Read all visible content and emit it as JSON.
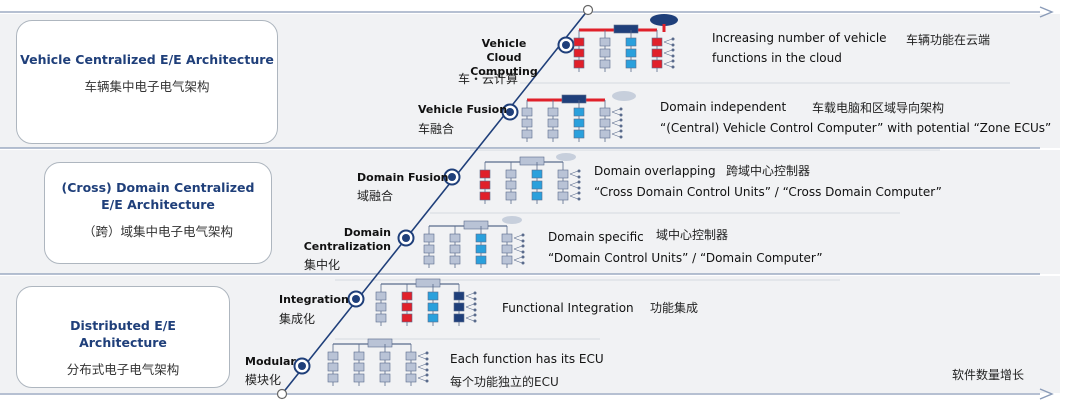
{
  "architectures": [
    {
      "en": "Vehicle Centralized E/E Architecture",
      "zh": "车辆集中电子电气架构"
    },
    {
      "en": "(Cross) Domain Centralized E/E Architecture",
      "zh": "（跨）域集中电子电气架构"
    },
    {
      "en": "Distributed E/E Architecture",
      "zh": "分布式电子电气架构"
    }
  ],
  "stages": [
    {
      "en": "Vehicle Cloud Computing",
      "zh": "车・云计算",
      "desc": [
        "Increasing number of vehicle",
        "functions in the cloud"
      ],
      "desc_zh": "车辆功能在云端"
    },
    {
      "en": "Vehicle Fusion",
      "zh": "车融合",
      "desc": [
        "Domain independent",
        "“(Central) Vehicle Control Computer” with potential “Zone ECUs”"
      ],
      "desc_zh": "车载电脑和区域导向架构"
    },
    {
      "en": "Domain Fusion",
      "zh": "域融合",
      "desc": [
        "Domain overlapping",
        "“Cross Domain Control Units” / “Cross Domain Computer”"
      ],
      "desc_zh": "跨域中心控制器"
    },
    {
      "en": "Domain Centralization",
      "zh": "集中化",
      "desc": [
        "Domain specific",
        "“Domain Control Units” / “Domain Computer”"
      ],
      "desc_zh": "域中心控制器"
    },
    {
      "en": "Integration",
      "zh": "集成化",
      "desc": [
        "Functional Integration"
      ],
      "desc_zh": "功能集成"
    },
    {
      "en": "Modular",
      "zh": "模块化",
      "desc": [
        "Each function has its ECU"
      ],
      "desc_zh": "每个功能独立的ECU"
    }
  ],
  "x_axis_label": "软件数量增长",
  "colors": {
    "navy": "#1f3f7a",
    "red": "#e0202a",
    "blue": "#2aa0dc",
    "grey": "#b9c3d6",
    "line": "#8a9bb8"
  }
}
